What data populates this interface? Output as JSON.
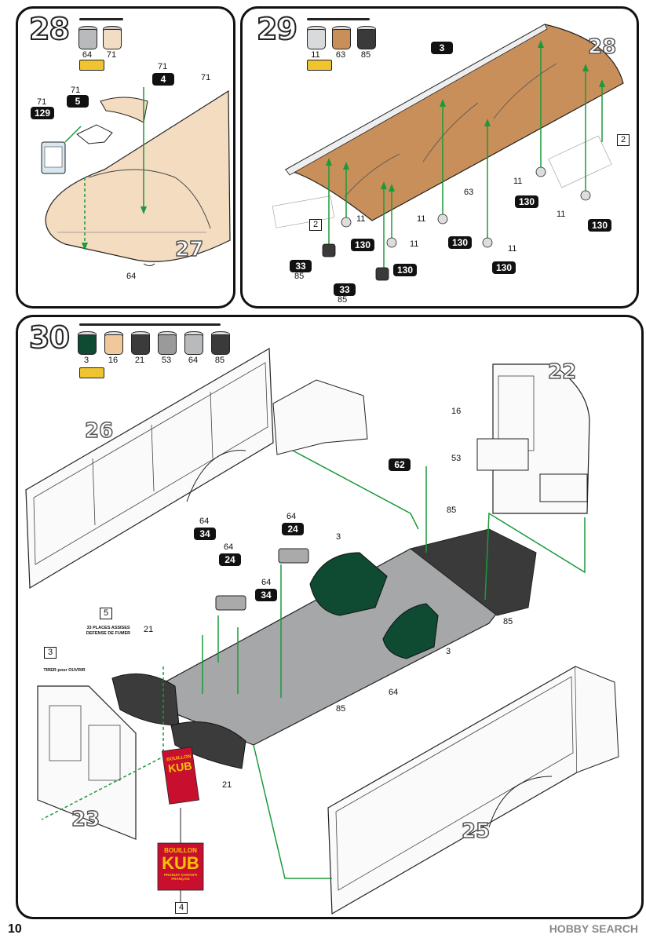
{
  "page_number": "10",
  "watermark": "HOBBY SEARCH",
  "step28": {
    "number": "28",
    "paints": [
      {
        "code": "64",
        "color": "#b9babb"
      },
      {
        "code": "71",
        "color": "#f2dcc3"
      }
    ],
    "parts": {
      "p71a": "71",
      "p4": "4",
      "p71b": "71",
      "p71c": "71",
      "p5": "5",
      "p71d": "71",
      "p129": "129",
      "p27": "27",
      "p64": "64"
    }
  },
  "step29": {
    "number": "29",
    "paints": [
      {
        "code": "11",
        "color": "#d9dadb"
      },
      {
        "code": "63",
        "color": "#c88f5a"
      },
      {
        "code": "85",
        "color": "#3a3a3a"
      }
    ],
    "parts": {
      "p3": "3",
      "p28": "28",
      "p2a": "2",
      "p2b": "2",
      "p63": "63",
      "p33": "33",
      "p85": "85",
      "p130": "130",
      "p11": "11"
    }
  },
  "step30": {
    "number": "30",
    "paints": [
      {
        "code": "3",
        "color": "#0f4a33"
      },
      {
        "code": "16",
        "color": "#f1c89a"
      },
      {
        "code": "21",
        "color": "#3b3b3b"
      },
      {
        "code": "53",
        "color": "#9a9a9a"
      },
      {
        "code": "64",
        "color": "#b9babb"
      },
      {
        "code": "85",
        "color": "#3a3a3a"
      }
    ],
    "parts": {
      "p26": "26",
      "p22": "22",
      "p25": "25",
      "p23": "23",
      "p16": "16",
      "p62": "62",
      "p53": "53",
      "p85": "85",
      "p3": "3",
      "p64": "64",
      "p34": "34",
      "p24": "24",
      "p21": "21",
      "p5": "5",
      "p4": "4"
    },
    "decals": {
      "d5": "33 PLACES ASSISES DEFENSE DE FUMER",
      "d3": "TIRER pour OUVRIR",
      "kub_top": "BOUILLON",
      "kub_main": "KUB",
      "kub_bottom": "PRODUIT GARANTI FRANÇAIS"
    }
  }
}
